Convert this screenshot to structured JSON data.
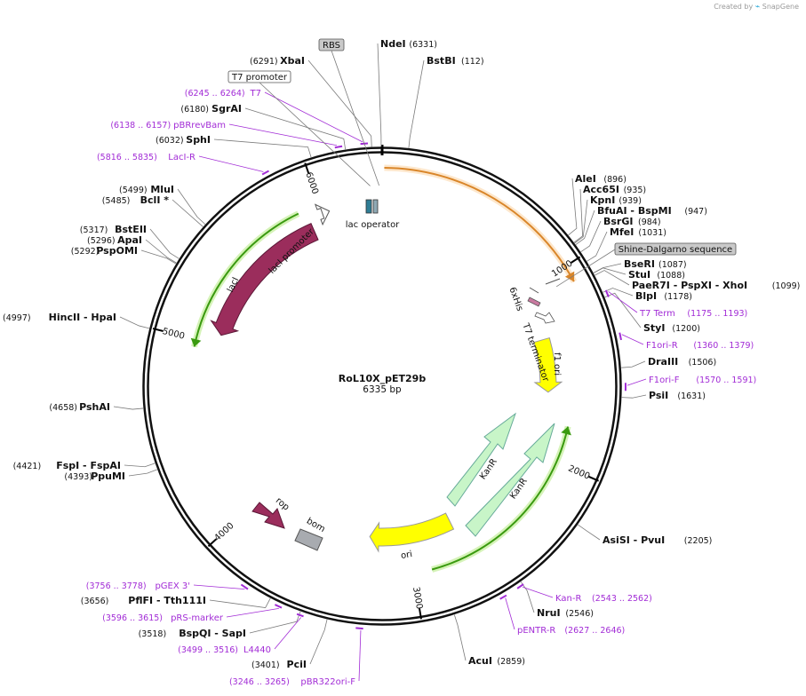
{
  "brand": {
    "created_by": "Created by",
    "product": "SnapGene"
  },
  "plasmid": {
    "name": "RoL10X_pET29b",
    "length_label": "6335 bp",
    "length": 6335
  },
  "ruler": [
    {
      "label": "1000",
      "pos": 1000
    },
    {
      "label": "2000",
      "pos": 2000
    },
    {
      "label": "3000",
      "pos": 3000
    },
    {
      "label": "4000",
      "pos": 4000
    },
    {
      "label": "5000",
      "pos": 5000
    },
    {
      "label": "6000",
      "pos": 6000
    }
  ],
  "sites": [
    {
      "name": "NdeI",
      "pos_label": "(6331)",
      "pos": 6331,
      "side": "R",
      "name_first": true
    },
    {
      "name": "BstBI",
      "pos_label": "(112)",
      "pos": 112,
      "side": "R",
      "name_first": true
    },
    {
      "name": "XbaI",
      "pos_label": "(6291)",
      "pos": 6291,
      "side": "L"
    },
    {
      "name": "SgrAI",
      "pos_label": "(6180)",
      "pos": 6180,
      "side": "L"
    },
    {
      "name": "SphI",
      "pos_label": "(6032)",
      "pos": 6032,
      "side": "L"
    },
    {
      "name": "MluI",
      "pos_label": "(5499)",
      "pos": 5499,
      "side": "L"
    },
    {
      "name": "BclI *",
      "pos_label": "(5485)",
      "pos": 5485,
      "side": "L"
    },
    {
      "name": "BstEII",
      "pos_label": "(5317)",
      "pos": 5317,
      "side": "L"
    },
    {
      "name": "ApaI",
      "pos_label": "(5296)",
      "pos": 5296,
      "side": "L"
    },
    {
      "name": "PspOMI",
      "pos_label": "(5292)",
      "pos": 5292,
      "side": "L"
    },
    {
      "name": "HincII  - HpaI",
      "pos_label": "(4997)",
      "pos": 4997,
      "side": "L"
    },
    {
      "name": "PshAI",
      "pos_label": "(4658)",
      "pos": 4658,
      "side": "L"
    },
    {
      "name": "FspI  - FspAI",
      "pos_label": "(4421)",
      "pos": 4421,
      "side": "L"
    },
    {
      "name": "PpuMI",
      "pos_label": "(4393)",
      "pos": 4393,
      "side": "L"
    },
    {
      "name": "PflFI  - Tth111I",
      "pos_label": "(3656)",
      "pos": 3656,
      "side": "L"
    },
    {
      "name": "BspQI  - SapI",
      "pos_label": "(3518)",
      "pos": 3518,
      "side": "L"
    },
    {
      "name": "PciI",
      "pos_label": "(3401)",
      "pos": 3401,
      "side": "L"
    },
    {
      "name": "AleI",
      "pos_label": "(896)",
      "pos": 896,
      "side": "R"
    },
    {
      "name": "Acc65I",
      "pos_label": "(935)",
      "pos": 935,
      "side": "R"
    },
    {
      "name": "KpnI",
      "pos_label": "(939)",
      "pos": 939,
      "side": "R"
    },
    {
      "name": "BfuAI  - BspMI",
      "pos_label": "(947)",
      "pos": 947,
      "side": "R"
    },
    {
      "name": "BsrGI",
      "pos_label": "(984)",
      "pos": 984,
      "side": "R"
    },
    {
      "name": "MfeI",
      "pos_label": "(1031)",
      "pos": 1031,
      "side": "R"
    },
    {
      "name": "BseRI",
      "pos_label": "(1087)",
      "pos": 1087,
      "side": "R"
    },
    {
      "name": "StuI",
      "pos_label": "(1088)",
      "pos": 1088,
      "side": "R"
    },
    {
      "name": "PaeR7I  - PspXI  - XhoI",
      "pos_label": "(1099)",
      "pos": 1099,
      "side": "R"
    },
    {
      "name": "BlpI",
      "pos_label": "(1178)",
      "pos": 1178,
      "side": "R"
    },
    {
      "name": "StyI",
      "pos_label": "(1200)",
      "pos": 1200,
      "side": "R"
    },
    {
      "name": "DraIII",
      "pos_label": "(1506)",
      "pos": 1506,
      "side": "R"
    },
    {
      "name": "PsiI",
      "pos_label": "(1631)",
      "pos": 1631,
      "side": "R"
    },
    {
      "name": "AsiSI  - PvuI",
      "pos_label": "(2205)",
      "pos": 2205,
      "side": "R"
    },
    {
      "name": "NruI",
      "pos_label": "(2546)",
      "pos": 2546,
      "side": "R"
    },
    {
      "name": "AcuI",
      "pos_label": "(2859)",
      "pos": 2859,
      "side": "R"
    }
  ],
  "primers": [
    {
      "name": "T7",
      "range": "(6245 .. 6264)",
      "start": 6245,
      "end": 6264,
      "side": "L"
    },
    {
      "name": "pBRrevBam",
      "range": "(6138 .. 6157)",
      "start": 6138,
      "end": 6157,
      "side": "L"
    },
    {
      "name": "LacI-R",
      "range": "(5816 .. 5835)",
      "start": 5816,
      "end": 5835,
      "side": "L"
    },
    {
      "name": "T7 Term",
      "range": "(1175 .. 1193)",
      "start": 1175,
      "end": 1193,
      "side": "R"
    },
    {
      "name": "F1ori-R",
      "range": "(1360 .. 1379)",
      "start": 1360,
      "end": 1379,
      "side": "R"
    },
    {
      "name": "F1ori-F",
      "range": "(1570 .. 1591)",
      "start": 1570,
      "end": 1591,
      "side": "R"
    },
    {
      "name": "Kan-R",
      "range": "(2543 .. 2562)",
      "start": 2543,
      "end": 2562,
      "side": "R"
    },
    {
      "name": "pENTR-R",
      "range": "(2627 .. 2646)",
      "start": 2627,
      "end": 2646,
      "side": "R"
    },
    {
      "name": "pGEX 3'",
      "range": "(3756 .. 3778)",
      "start": 3756,
      "end": 3778,
      "side": "L"
    },
    {
      "name": "pRS-marker",
      "range": "(3596 .. 3615)",
      "start": 3596,
      "end": 3615,
      "side": "L"
    },
    {
      "name": "L4440",
      "range": "(3499 .. 3516)",
      "start": 3499,
      "end": 3516,
      "side": "L"
    },
    {
      "name": "pBR322ori-F",
      "range": "(3246 .. 3265)",
      "start": 3246,
      "end": 3265,
      "side": "L"
    }
  ],
  "boxed_features": [
    {
      "name": "RBS",
      "style": "gray"
    },
    {
      "name": "T7 promoter",
      "style": "white"
    },
    {
      "name": "Shine-Dalgarno sequence",
      "style": "gray"
    }
  ],
  "features": {
    "insert": {
      "name": "",
      "start": 10,
      "end": 1080,
      "color": "#f4b36b"
    },
    "lacI": {
      "name": "lacI",
      "color": "#9b2d5c"
    },
    "lacI_promoter": {
      "name": "lacI promoter",
      "color": "#ffffff"
    },
    "lac_operator": {
      "name": "lac operator",
      "color": "#2e7d95"
    },
    "his": {
      "name": "6xHis",
      "color": "#c97aa0"
    },
    "t7_terminator": {
      "name": "T7 terminator",
      "color": "#ffffff"
    },
    "f1_ori": {
      "name": "f1 ori",
      "color": "#ffff00"
    },
    "kanR_1": {
      "name": "KanR",
      "color": "#c8f5c8"
    },
    "kanR_2": {
      "name": "KanR",
      "color": "#c8f5c8"
    },
    "ori": {
      "name": "ori",
      "color": "#ffff00"
    },
    "rop": {
      "name": "rop",
      "color": "#9b2d5c"
    },
    "bom": {
      "name": "bom",
      "color": "#a8abb0"
    },
    "green_arc_left": {
      "start": 5880,
      "end": 4960,
      "color": "#3a9a10"
    },
    "green_arc_right": {
      "start": 1800,
      "end": 2900,
      "color": "#3a9a10"
    }
  },
  "colors": {
    "backbone": "#111111",
    "primer": "#a22cd6",
    "leader": "#7a7a7a"
  }
}
